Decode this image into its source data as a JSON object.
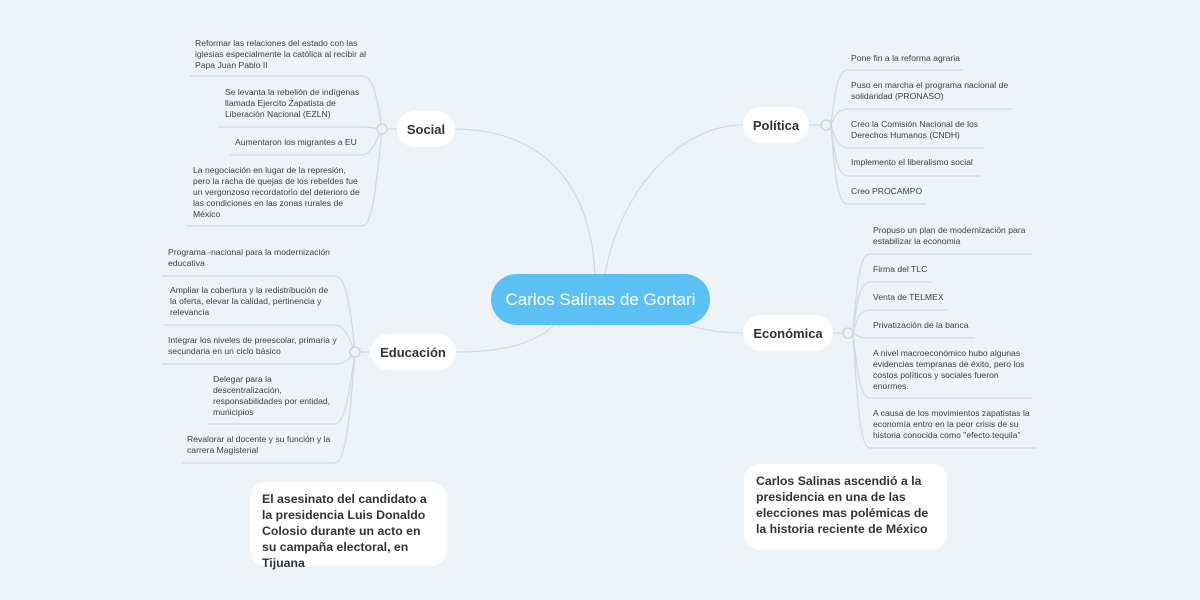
{
  "center": {
    "label": "Carlos Salinas de Gortari"
  },
  "branches": {
    "social": {
      "label": "Social",
      "items": [
        "Reformar las relaciones del estado con las iglesias especialmente la católica al recibir al Papa Juan Pablo II",
        "Se levanta la rebelión de indígenas llamada Ejercito Zapatista de Liberación Nacional (EZLN)",
        "Aumentaron los migrantes a EU",
        "La negociación en lugar de la represión, pero la racha de quejas de los rebeldes fue un vergonzoso recordatorio del deterioro de las condiciones en las zonas rurales de México"
      ]
    },
    "educacion": {
      "label": "Educación",
      "items": [
        "Programa -nacional para la modernización educativa",
        "Ampliar la cobertura y la redistribución de la oferta, elevar la calidad, pertinencia y relevancia",
        "Integrar los niveles de preescolar, primaria y secundaria en un ciclo básico",
        "Delegar para la descentralización, responsabilidades por entidad, municipios",
        "Revalorar al docente y su función y la carrera Magisterial"
      ]
    },
    "politica": {
      "label": "Política",
      "items": [
        "Pone fin a la reforma agraria",
        "Puso en marcha el programa nacional de solidaridad (PRONASO)",
        "Creo la Comisión Nacional de los Derechos Humanos (CNDH)",
        "Implemento el liberalismo social",
        "Creo PROCAMPO"
      ]
    },
    "economica": {
      "label": "Económica",
      "items": [
        "Propuso un plan de modernización para estabilizar la economia",
        "Firma del TLC",
        "Venta de TELMEX",
        "Privatización de la banca",
        "A  nivel macroeconómico hubo algunas evidencias tempranas de éxito, pero los costos políticos y sociales fueron enormes.",
        "A causa de los movimientos zapatistas la economía entro en la peor crisis de su historia conocida como \"efecto tequila\""
      ]
    }
  },
  "notes": {
    "left": "El asesinato del candidato a la presidencia Luis Donaldo Colosio durante un acto en su campaña electoral, en Tijuana",
    "right": "Carlos Salinas ascendió a la presidencia en una de las elecciones mas polémicas de la historia reciente de México"
  },
  "colors": {
    "center": "#5bc0f4",
    "background": "#eef3f7",
    "connector": "#d2d9df"
  }
}
